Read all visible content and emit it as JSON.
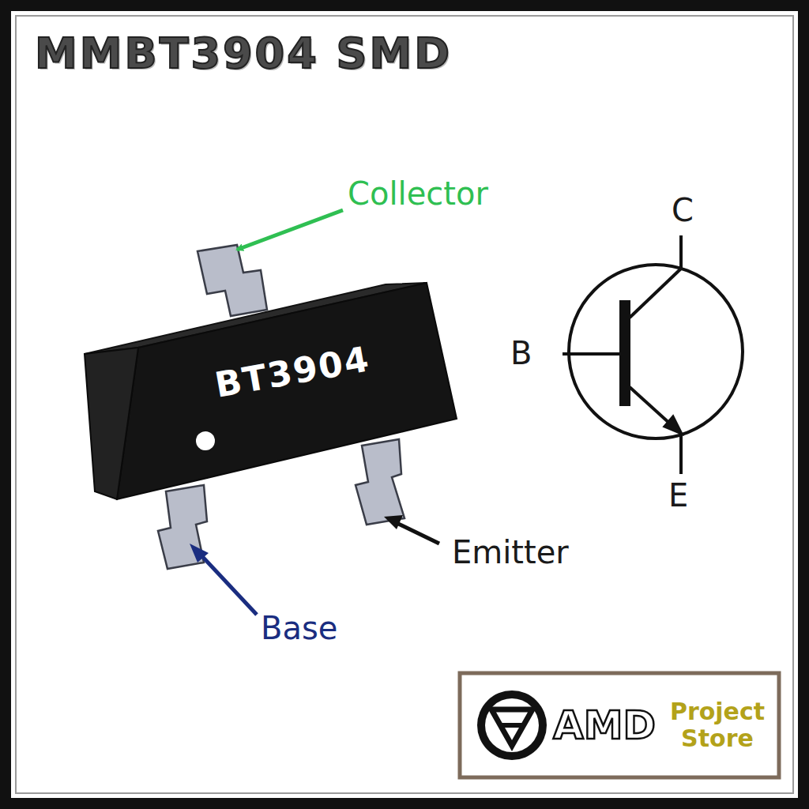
{
  "diagram": {
    "title": "MMBT3904 SMD",
    "nodes": [
      {
        "text": [
          "BT3904"
        ]
      },
      {
        "text": [
          "AMD",
          "Project Store"
        ]
      }
    ],
    "labels": [
      "Collector",
      "Base",
      "Emitter",
      "C",
      "B",
      "E"
    ]
  }
}
